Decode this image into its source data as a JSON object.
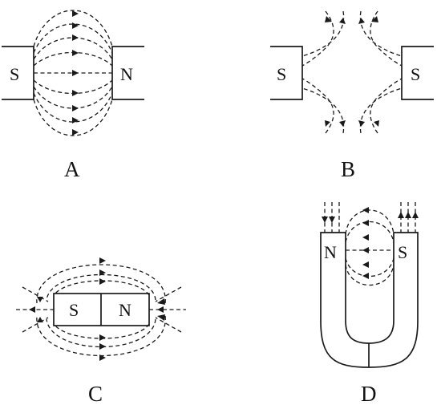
{
  "figures": [
    {
      "caption": "A",
      "left_pole": "S",
      "right_pole": "N"
    },
    {
      "caption": "B",
      "left_pole": "S",
      "right_pole": "S"
    },
    {
      "caption": "C",
      "left_pole": "S",
      "right_pole": "N"
    },
    {
      "caption": "D",
      "left_pole": "N",
      "right_pole": "S"
    }
  ]
}
